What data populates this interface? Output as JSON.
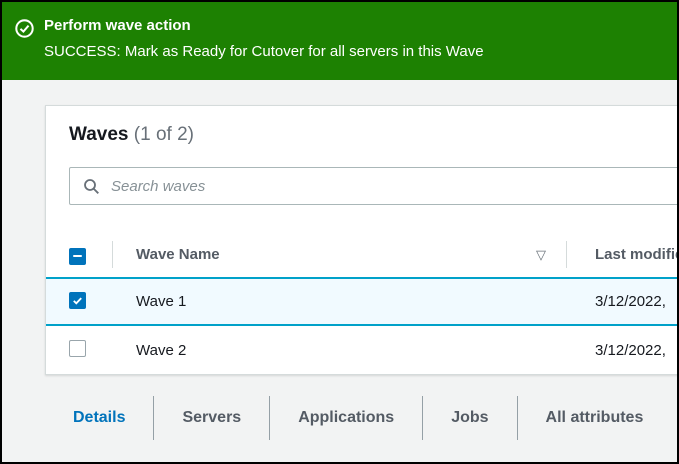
{
  "banner": {
    "type": "success",
    "icon": "status-success-icon",
    "title": "Perform wave action",
    "message": "SUCCESS: Mark as Ready for Cutover for all servers in this Wave"
  },
  "panel": {
    "title": "Waves",
    "count": "(1 of 2)",
    "search": {
      "placeholder": "Search waves",
      "value": "",
      "icon": "search-icon"
    },
    "table": {
      "select_all_state": "indeterminate",
      "columns": [
        {
          "label": "Wave Name",
          "sortable": true,
          "sort_icon_glyph": "▽"
        },
        {
          "label": "Last modified"
        }
      ],
      "rows": [
        {
          "name": "Wave 1",
          "last_modified": "3/12/2022,",
          "checked": true,
          "selected": true
        },
        {
          "name": "Wave 2",
          "last_modified": "3/12/2022,",
          "checked": false,
          "selected": false
        }
      ]
    }
  },
  "tabs": [
    {
      "label": "Details",
      "active": true
    },
    {
      "label": "Servers",
      "active": false
    },
    {
      "label": "Applications",
      "active": false
    },
    {
      "label": "Jobs",
      "active": false
    },
    {
      "label": "All attributes",
      "active": false
    }
  ],
  "colors": {
    "success_green": "#1d8102",
    "page_background": "#f2f3f3",
    "accent_blue": "#0073bb",
    "selected_row_background": "#f1faff",
    "selected_row_border": "#00a1c9",
    "header_text": "#545b64",
    "body_text": "#16191f",
    "muted_text": "#687078"
  }
}
